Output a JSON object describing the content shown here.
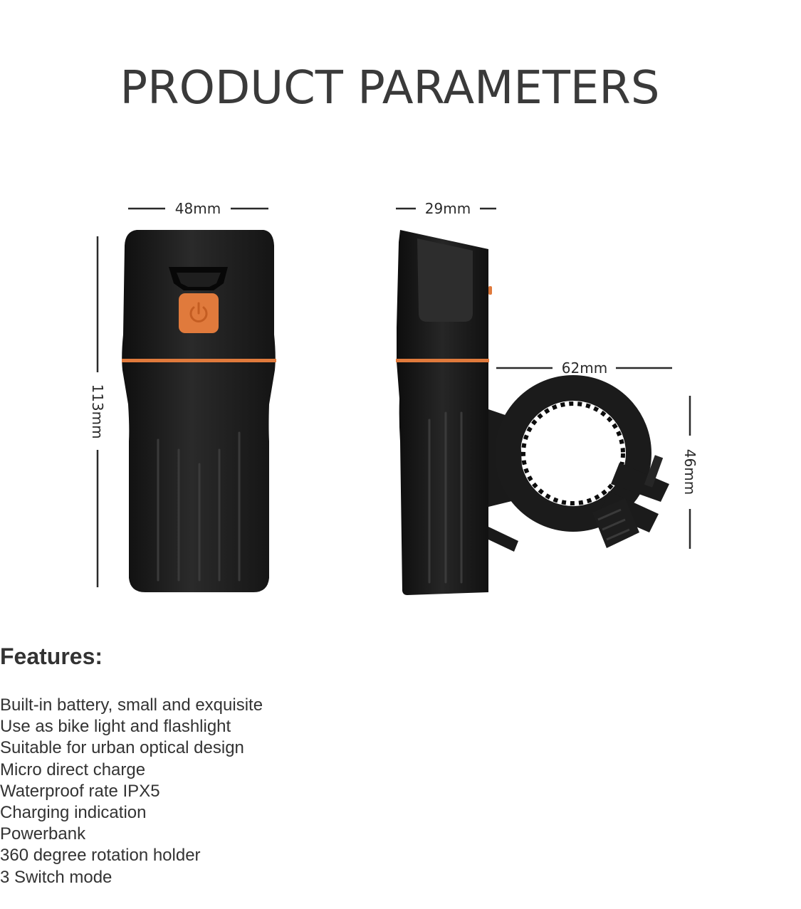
{
  "title": "PRODUCT PARAMETERS",
  "dimensions": {
    "front_width": "48mm",
    "front_height": "113mm",
    "side_width": "29mm",
    "mount_length": "62mm",
    "mount_height": "46mm"
  },
  "colors": {
    "accent": "#e07a3c",
    "body": "#1c1c1c",
    "text": "#333333"
  },
  "icons": [
    "power-icon"
  ],
  "features": {
    "heading": "Features:",
    "items": [
      "Built-in battery, small and exquisite",
      "Use as bike light and flashlight",
      "Suitable for urban optical design",
      "Micro direct charge",
      "Waterproof rate IPX5",
      "Charging indication",
      "Powerbank",
      "360 degree rotation holder",
      "3 Switch mode"
    ]
  }
}
